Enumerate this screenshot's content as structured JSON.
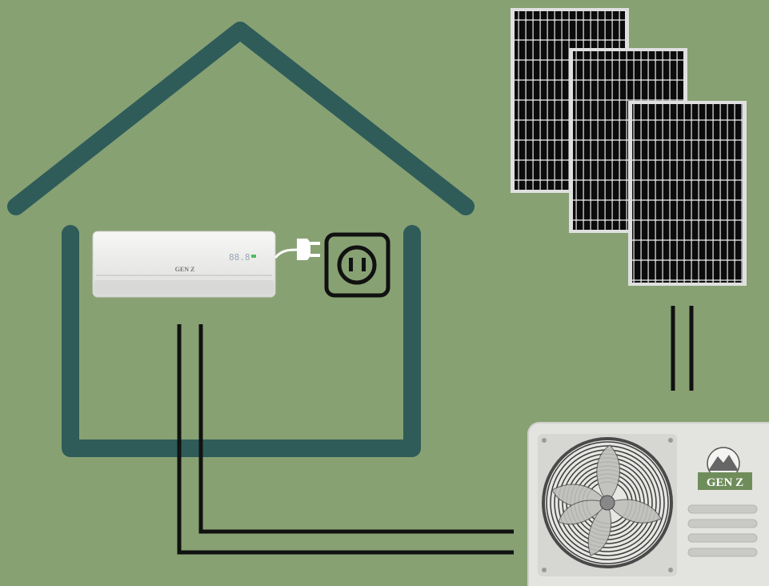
{
  "colors": {
    "background": "#87a173",
    "house": "#2f5c59",
    "cable": "#111111",
    "panel_cell": "#0b0b0b",
    "panel_frame": "#d9d9d9",
    "unit_body": "#e6e6e3",
    "brand_green": "#6f8d5b"
  },
  "indoor_unit": {
    "brand": "GEN Z",
    "display": "88.8"
  },
  "outdoor_unit": {
    "brand_label": "GEN Z"
  },
  "icons": [
    "house-outline-icon",
    "plug-icon",
    "wall-outlet-icon",
    "mountain-logo-icon",
    "fan-icon"
  ]
}
